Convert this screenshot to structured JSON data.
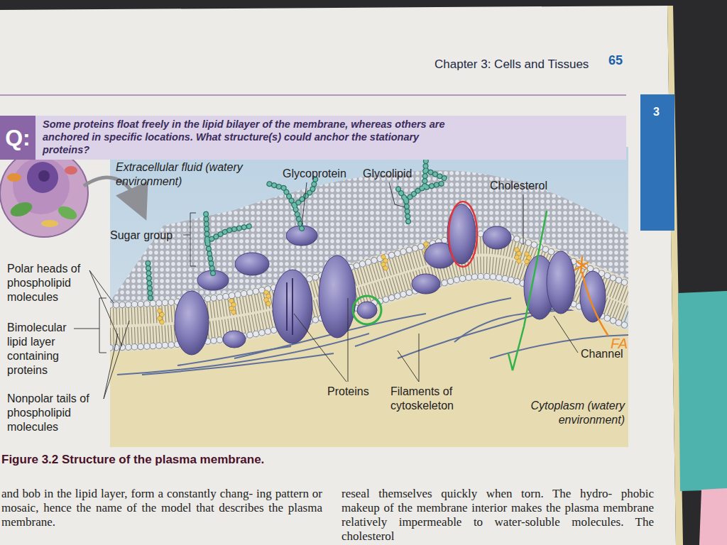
{
  "diagram": {
    "caption": "Figure 3.2 Structure of the plasma membrane.",
    "nodes": [
      {
        "text": [
          "Q:",
          "Some proteins float freely in the lipid bilayer of the membrane, whereas others are anchored in specific locations. What structure(s) could anchor the stationary proteins?"
        ]
      }
    ],
    "labels": [
      "Chapter 3: Cells and Tissues",
      "65",
      "3",
      "Extracellular fluid (watery environment)",
      "Glycoprotein",
      "Glycolipid",
      "Cholesterol",
      "Sugar group",
      "Polar heads of phospholipid molecules",
      "Bimolecular lipid layer containing proteins",
      "Nonpolar tails of phospholipid molecules",
      "Proteins",
      "Filaments of cytoskeleton",
      "FA",
      "Channel",
      "Cytoplasm (watery environment)",
      "and bob in the lipid layer, form a constantly chang- ing pattern or mosaic, hence the name of the model that describes the plasma membrane.",
      "reseal themselves quickly when torn. The hydro- phobic makeup of the membrane interior makes the plasma membrane relatively impermeable to water-soluble molecules. The cholesterol"
    ]
  }
}
